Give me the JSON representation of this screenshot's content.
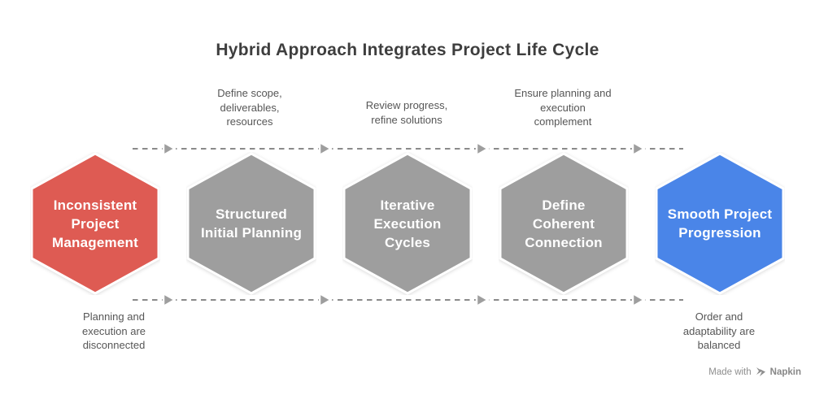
{
  "title": "Hybrid Approach Integrates Project Life Cycle",
  "colors": {
    "background": "#ffffff",
    "title_text": "#3e3e3e",
    "annotation_text": "#565656",
    "hex_label_text": "#ffffff",
    "dash_line": "#8a8a8a",
    "arrowhead_fill": "#9e9e9e",
    "red_accent": "#de5b53",
    "gray_accent": "#9e9e9e",
    "blue_accent": "#4a85e8",
    "credit_text": "#8e8e8e"
  },
  "hexagons": [
    {
      "id": "inconsistent-project-management",
      "color": "#de5b53",
      "label": "Inconsistent Project Management",
      "lines": [
        "Inconsistent",
        "Project",
        "Management"
      ]
    },
    {
      "id": "structured-initial-planning",
      "color": "#9e9e9e",
      "label": "Structured Initial Planning",
      "lines": [
        "Structured",
        "Initial Planning"
      ]
    },
    {
      "id": "iterative-execution-cycles",
      "color": "#9e9e9e",
      "label": "Iterative Execution Cycles",
      "lines": [
        "Iterative",
        "Execution",
        "Cycles"
      ]
    },
    {
      "id": "define-coherent-connection",
      "color": "#9e9e9e",
      "label": "Define Coherent Connection",
      "lines": [
        "Define",
        "Coherent",
        "Connection"
      ]
    },
    {
      "id": "smooth-project-progression",
      "color": "#4a85e8",
      "label": "Smooth Project Progression",
      "lines": [
        "Smooth Project",
        "Progression"
      ]
    }
  ],
  "annotations_top": [
    {
      "label": "Define scope, deliverables, resources",
      "lines": [
        "Define scope,",
        "deliverables,",
        "resources"
      ]
    },
    {
      "label": "Review progress, refine solutions",
      "lines": [
        "Review progress,",
        "refine solutions"
      ]
    },
    {
      "label": "Ensure planning and execution complement",
      "lines": [
        "Ensure planning and",
        "execution",
        "complement"
      ]
    }
  ],
  "annotations_bottom": [
    {
      "label": "Planning and execution are disconnected",
      "lines": [
        "Planning and",
        "execution are",
        "disconnected"
      ]
    },
    {
      "label": "Order and adaptability are balanced",
      "lines": [
        "Order and",
        "adaptability are",
        "balanced"
      ]
    }
  ],
  "footer": {
    "made_with": "Made with",
    "brand": "Napkin"
  }
}
